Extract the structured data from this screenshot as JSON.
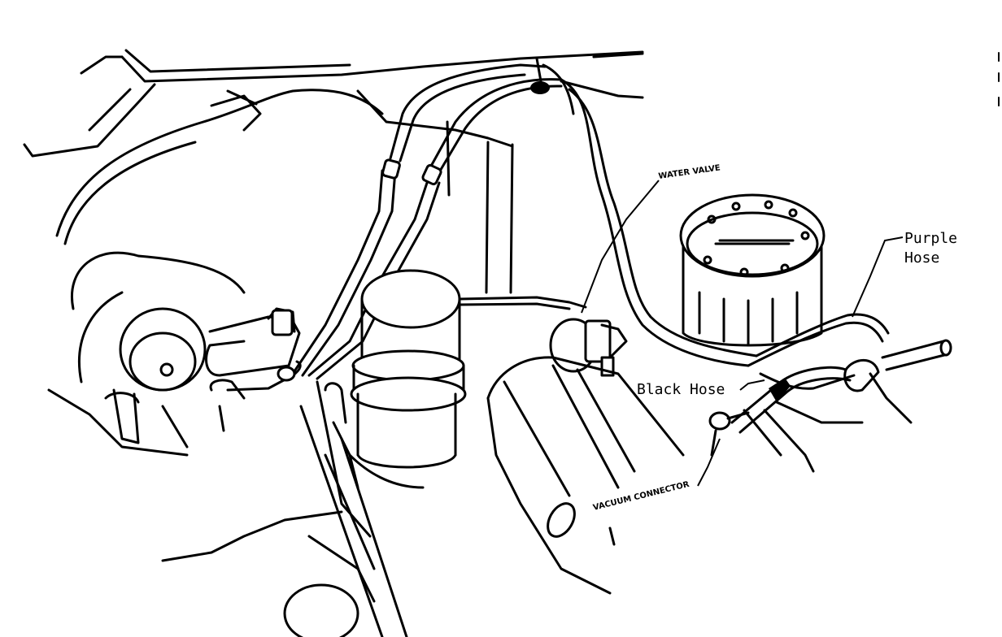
{
  "labels": {
    "water_valve": "WATER VALVE",
    "purple_hose_line1": "Purple",
    "purple_hose_line2": "Hose",
    "black_hose": "Black Hose",
    "vacuum_connector": "VACUUM CONNECTOR"
  }
}
